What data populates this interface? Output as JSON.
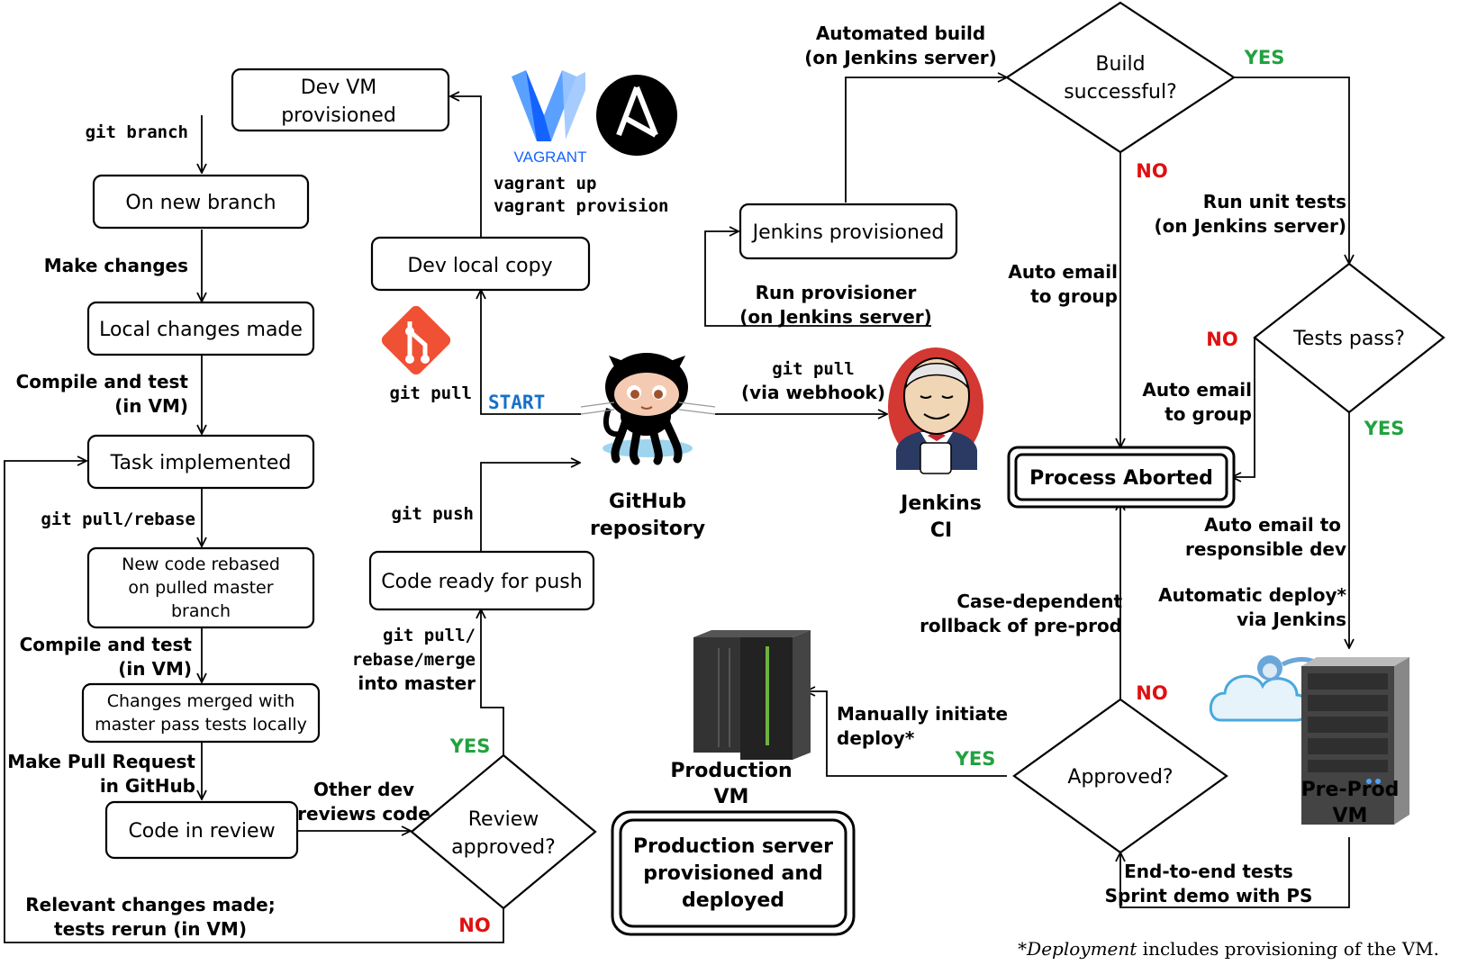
{
  "nodes": {
    "dev_vm": [
      "Dev VM",
      "provisioned"
    ],
    "new_branch": "On new branch",
    "local_changes": "Local changes made",
    "task_implemented": "Task implemented",
    "rebased": [
      "New code rebased",
      "on pulled master",
      "branch"
    ],
    "merged": [
      "Changes merged with",
      "master pass tests locally"
    ],
    "code_review": "Code in review",
    "review_approved": [
      "Review",
      "approved?"
    ],
    "dev_local_copy": "Dev local copy",
    "code_ready": "Code ready for push",
    "github": [
      "GitHub",
      "repository"
    ],
    "jenkins_provisioned": "Jenkins provisioned",
    "jenkins": [
      "Jenkins",
      "CI"
    ],
    "build_successful": [
      "Build",
      "successful?"
    ],
    "tests_pass": "Tests pass?",
    "process_aborted": "Process Aborted",
    "approved": "Approved?",
    "production_vm": [
      "Production",
      "VM"
    ],
    "production_deployed": [
      "Production server",
      "provisioned and",
      "deployed"
    ],
    "preprod_vm": [
      "Pre-Prod",
      "VM"
    ]
  },
  "edges": {
    "git_branch": "git branch",
    "make_changes": "Make changes",
    "compile_test_1": [
      "Compile and test",
      "(in VM)"
    ],
    "git_pull_rebase": "git pull/rebase",
    "compile_test_2": [
      "Compile and test",
      "(in VM)"
    ],
    "make_pr": [
      "Make Pull Request",
      "in GitHub"
    ],
    "other_dev_reviews": [
      "Other dev",
      "reviews code"
    ],
    "relevant_changes": [
      "Relevant changes made;",
      "tests rerun (in VM)"
    ],
    "git_pull_rebase_merge": [
      "git pull/",
      "rebase/merge",
      "into master"
    ],
    "git_push": "git push",
    "git_pull_start": "git pull",
    "start": "START",
    "vagrant_cmds": [
      "vagrant up",
      "vagrant provision"
    ],
    "git_pull_webhook": [
      "git pull",
      "(via webhook)"
    ],
    "run_provisioner": [
      "Run provisioner",
      "(on Jenkins server)"
    ],
    "automated_build": [
      "Automated build",
      "(on Jenkins server)"
    ],
    "auto_email_group_1": [
      "Auto email",
      "to group"
    ],
    "run_unit_tests": [
      "Run unit tests",
      "(on Jenkins server)"
    ],
    "auto_email_group_2": [
      "Auto email",
      "to group"
    ],
    "auto_email_dev": [
      "Auto email to",
      "responsible dev"
    ],
    "auto_deploy": [
      "Automatic deploy*",
      "via Jenkins"
    ],
    "case_rollback": [
      "Case-dependent",
      "rollback of pre-prod"
    ],
    "manually_deploy": [
      "Manually initiate",
      "deploy*"
    ],
    "end_to_end": [
      "End-to-end tests",
      "Sprint demo with PS"
    ]
  },
  "decisions": {
    "yes": "YES",
    "no": "NO"
  },
  "logos": {
    "vagrant": "VAGRANT"
  },
  "footnote": {
    "star": "*",
    "emph": "Deployment",
    "rest": " includes provisioning of the VM."
  },
  "colors": {
    "yes": "#21a23f",
    "no": "#e01010",
    "start": "#1570c8",
    "git": "#f05033",
    "vagrant": "#1563ff",
    "jenkins_red": "#d33833"
  }
}
